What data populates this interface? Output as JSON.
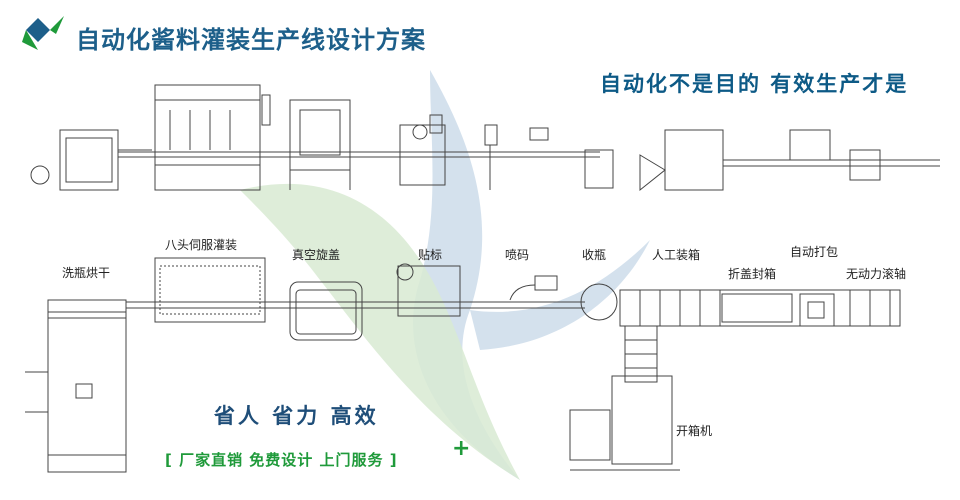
{
  "header": {
    "title": "自动化酱料灌装生产线设计方案",
    "slogan": "自动化不是目的  有效生产才是"
  },
  "labels": {
    "wash_dry": "洗瓶烘干",
    "servo_fill": "八头伺服灌装",
    "vacuum_cap": "真空旋盖",
    "labeling": "贴标",
    "coding": "喷码",
    "collect": "收瓶",
    "manual_pack": "人工装箱",
    "fold_seal": "折盖封箱",
    "auto_strap": "自动打包",
    "roller": "无动力滚轴",
    "unpack": "开箱机"
  },
  "bottom": {
    "save": "省人  省力  高效",
    "service": "[ 厂家直销  免费设计  上门服务 ]",
    "plus": "+"
  },
  "colors": {
    "title": "#1d5f8a",
    "green": "#1f9a3a",
    "wave_blue": "#c9d9e9",
    "wave_green": "#d8ead2",
    "line": "#333333"
  }
}
